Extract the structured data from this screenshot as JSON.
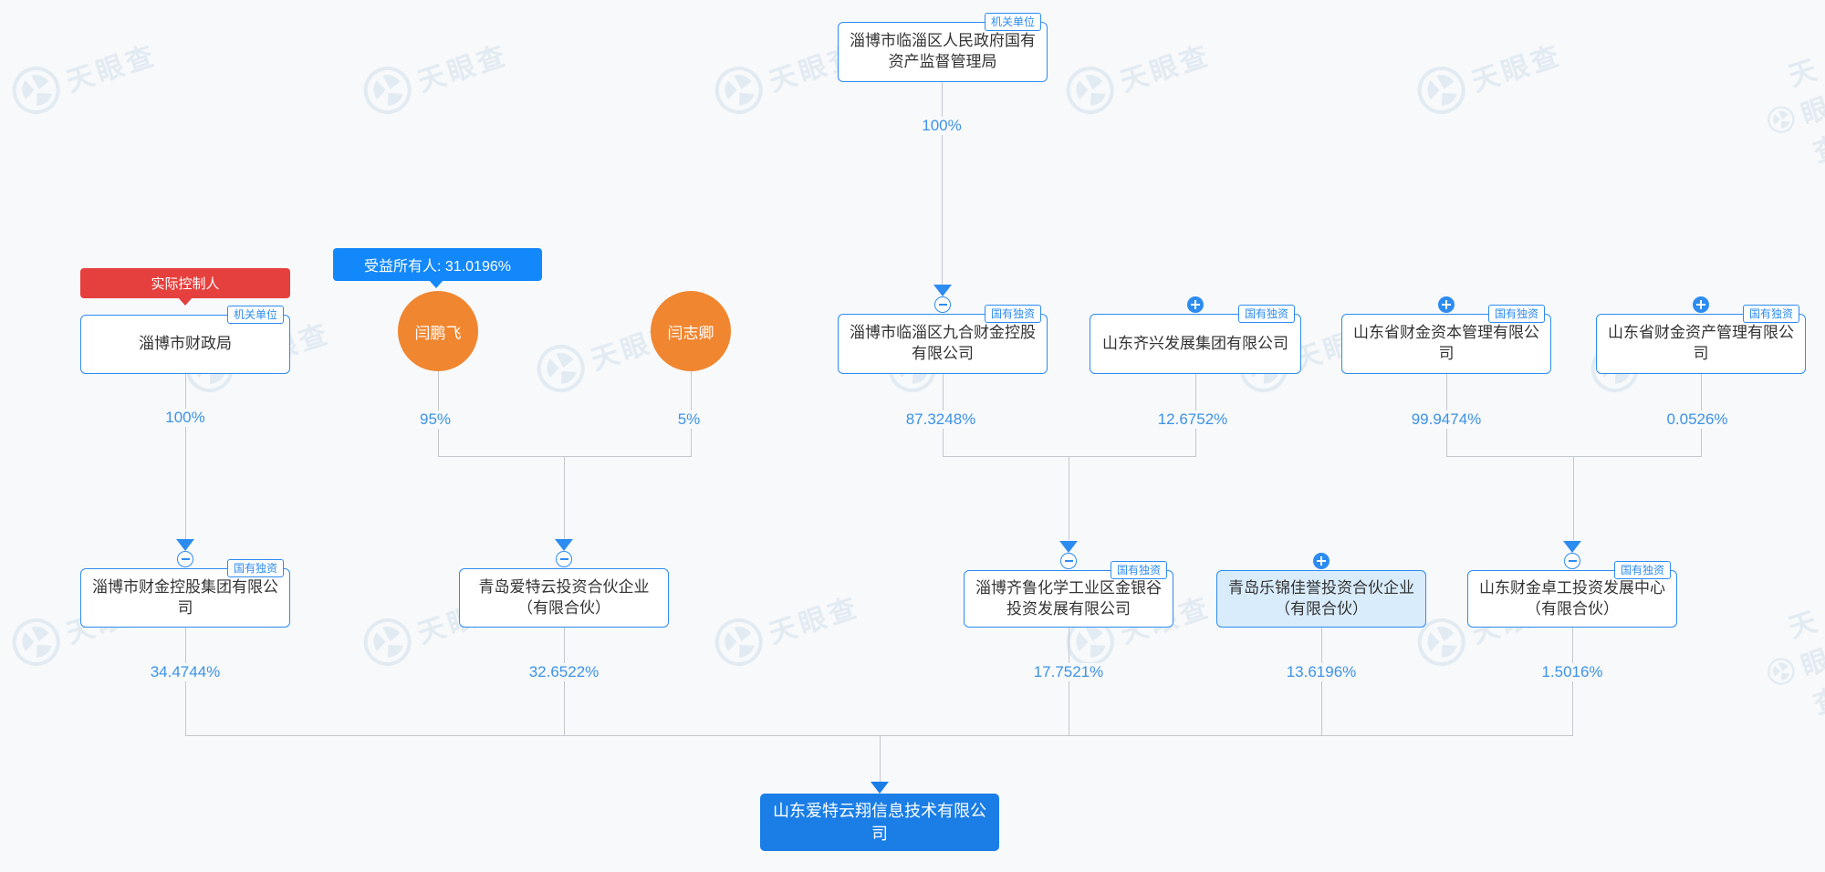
{
  "watermark": {
    "brand": "天眼查"
  },
  "labels": {
    "actual_controller": "实际控制人",
    "beneficial_owner": "受益所有人: 31.0196%"
  },
  "tags": {
    "gov_unit": "机关单位",
    "state_owned": "国有独资"
  },
  "nodes": {
    "org_top": {
      "name": "淄博市临淄区人民政府国有资产监督管理局",
      "tag": "机关单位"
    },
    "finance_bureau": {
      "name": "淄博市财政局",
      "tag": "机关单位"
    },
    "yanpengfei": {
      "name": "闫鹏飞"
    },
    "yanzhiqing": {
      "name": "闫志卿"
    },
    "jiuhe": {
      "name": "淄博市临淄区九合财金控股有限公司",
      "tag": "国有独资"
    },
    "qixing": {
      "name": "山东齐兴发展集团有限公司",
      "tag": "国有独资"
    },
    "caijin_capital": {
      "name": "山东省财金资本管理有限公司",
      "tag": "国有独资"
    },
    "caijin_asset": {
      "name": "山东省财金资产管理有限公司",
      "tag": "国有独资"
    },
    "caijin_holding": {
      "name": "淄博市财金控股集团有限公司",
      "tag": "国有独资"
    },
    "aiteyun": {
      "name": "青岛爱特云投资合伙企业（有限合伙）"
    },
    "jinyingu": {
      "name": "淄博齐鲁化学工业区金银谷投资发展有限公司",
      "tag": "国有独资"
    },
    "lejin": {
      "name": "青岛乐锦佳誉投资合伙企业（有限合伙）"
    },
    "zhuogong": {
      "name": "山东财金卓工投资发展中心（有限合伙）",
      "tag": "国有独资"
    },
    "target": {
      "name": "山东爱特云翔信息技术有限公司"
    }
  },
  "edges": {
    "org_to_jiuhe": "100%",
    "finance_to_holding": "100%",
    "yanpengfei_to_aiteyun": "95%",
    "yanzhiqing_to_aiteyun": "5%",
    "jiuhe_to_jinyingu": "87.3248%",
    "qixing_to_jinyingu": "12.6752%",
    "capital_to_zhuogong": "99.9474%",
    "asset_to_zhuogong": "0.0526%",
    "holding_to_target": "34.4744%",
    "aiteyun_to_target": "32.6522%",
    "jinyingu_to_target": "17.7521%",
    "lejin_to_target": "13.6196%",
    "zhuogong_to_target": "1.5016%"
  }
}
